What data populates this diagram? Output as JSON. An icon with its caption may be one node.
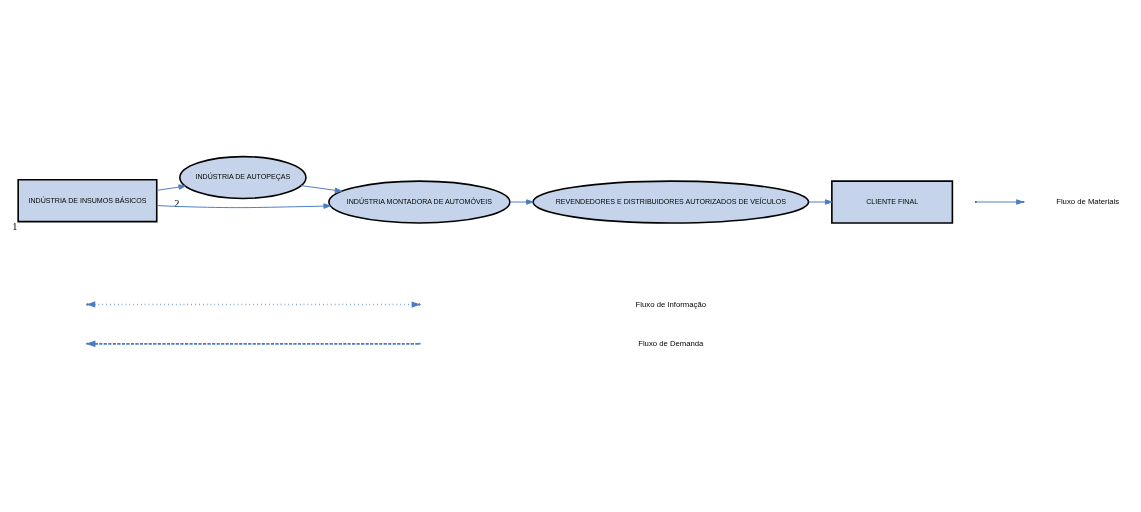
{
  "diagram": {
    "nodes": [
      {
        "text": [
          "INDÚSTRIA DE INSUMOS BÁSICOS"
        ],
        "beside": [
          "1"
        ]
      },
      {
        "text": [
          "INDÚSTRIA DE AUTOPEÇAS"
        ],
        "beside": [
          "2"
        ]
      },
      {
        "text": [
          "INDÚSTRIA MONTADORA DE AUTOMÓVEIS"
        ]
      },
      {
        "text": [
          "REVENDEDORES E DISTRIBUIDORES AUTORIZADOS DE VEÍCULOS"
        ]
      },
      {
        "text": [
          "CLIENTE FINAL"
        ]
      }
    ],
    "edges": [
      {
        "from": 0,
        "to": 1,
        "arrow": "to"
      },
      {
        "from": 0,
        "to": 2,
        "arrow": "to"
      },
      {
        "from": 1,
        "to": 2,
        "arrow": "to"
      },
      {
        "from": 2,
        "to": 3,
        "arrow": "to"
      },
      {
        "from": 3,
        "to": 4,
        "arrow": "to"
      }
    ],
    "legend": [
      {
        "text": "Fluxo de Materiais"
      },
      {
        "text": "Fluxo de Informação"
      },
      {
        "text": "Fluxo de Demanda"
      }
    ]
  }
}
